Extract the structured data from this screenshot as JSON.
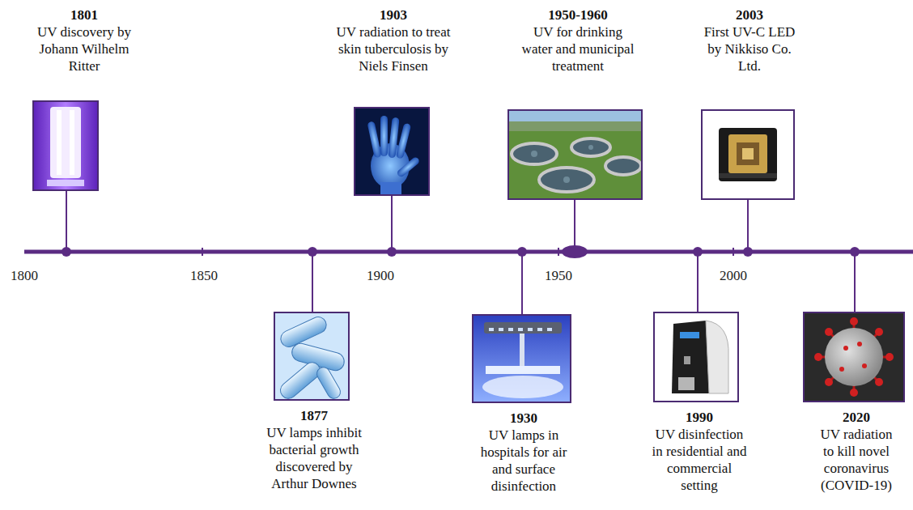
{
  "diagram": {
    "nodes": [
      {
        "text": [
          "1801",
          "UV discovery by Johann Wilhelm Ritter"
        ]
      },
      {
        "text": [
          "1877",
          "UV lamps inhibit bacterial growth discovered by Arthur Downes"
        ]
      },
      {
        "text": [
          "1903",
          "UV radiation to treat skin tuberculosis by Niels Finsen"
        ]
      },
      {
        "text": [
          "1930",
          "UV lamps in hospitals for air and surface disinfection"
        ]
      },
      {
        "text": [
          "1950-1960",
          "UV for drinking water and municipal treatment"
        ]
      },
      {
        "text": [
          "1990",
          "UV disinfection in residential and commercial setting"
        ]
      },
      {
        "text": [
          "2003",
          "First UV-C LED by Nikkiso Co. Ltd."
        ]
      },
      {
        "text": [
          "2020",
          "UV radiation to kill novel coronavirus (COVID-19)"
        ]
      }
    ],
    "labels": [
      "1800",
      "1850",
      "1900",
      "1950",
      "2000"
    ]
  }
}
